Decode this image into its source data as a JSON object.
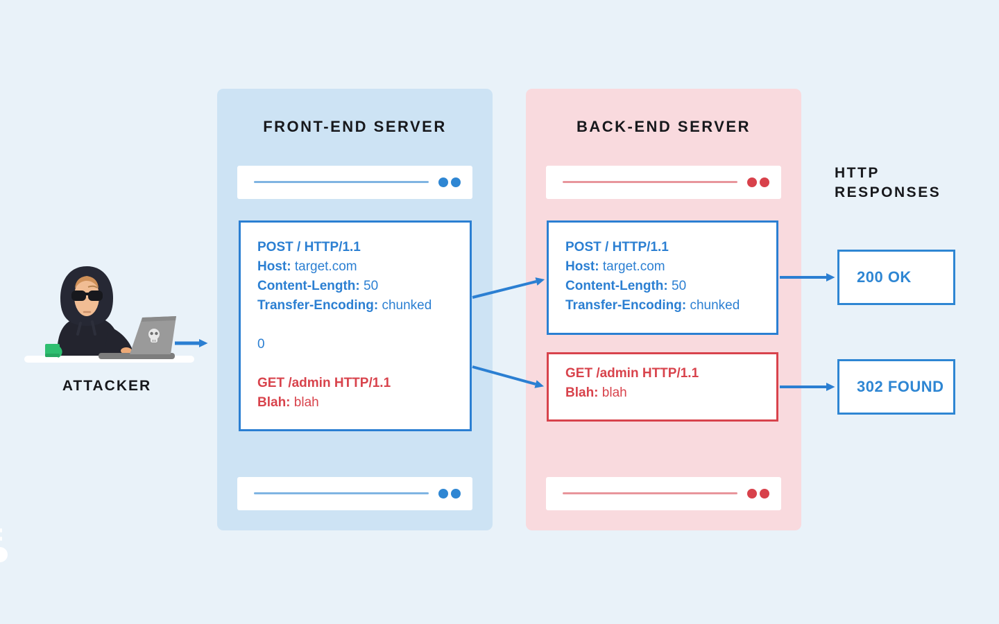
{
  "attacker": {
    "label": "ATTACKER"
  },
  "front_end_server": {
    "title": "FRONT-END SERVER",
    "request_box": {
      "post_line": "POST / HTTP/1.1",
      "host_label": "Host:",
      "host_value": "target.com",
      "content_length_label": "Content-Length:",
      "content_length_value": "50",
      "transfer_encoding_label": "Transfer-Encoding:",
      "transfer_encoding_value": "chunked",
      "chunk_terminator": "0",
      "smuggled_request_line": "GET /admin HTTP/1.1",
      "blah_label": "Blah:",
      "blah_value": "blah"
    }
  },
  "back_end_server": {
    "title": "BACK-END SERVER",
    "post_box": {
      "post_line": "POST / HTTP/1.1",
      "host_label": "Host:",
      "host_value": "target.com",
      "content_length_label": "Content-Length:",
      "content_length_value": "50",
      "transfer_encoding_label": "Transfer-Encoding:",
      "transfer_encoding_value": "chunked"
    },
    "get_box": {
      "smuggled_request_line": "GET /admin HTTP/1.1",
      "blah_label": "Blah:",
      "blah_value": "blah"
    }
  },
  "http_responses": {
    "title_line1": "HTTP",
    "title_line2": "RESPONSES",
    "response_ok": "200 OK",
    "response_found": "302 FOUND"
  },
  "icons": {
    "attacker_laptop": "skull-icon",
    "browser_dots": "window-dots"
  },
  "colors": {
    "background": "#e9f2f9",
    "front_panel": "#cde3f4",
    "back_panel": "#f9dade",
    "blue_accent": "#2b7fd2",
    "blue_dot": "#2e86d3",
    "blue_bar_line": "#7fb4e2",
    "red_accent": "#d8434c",
    "red_dot": "#d8414b",
    "red_bar_line": "#e8959b",
    "title_text": "#17181c"
  }
}
